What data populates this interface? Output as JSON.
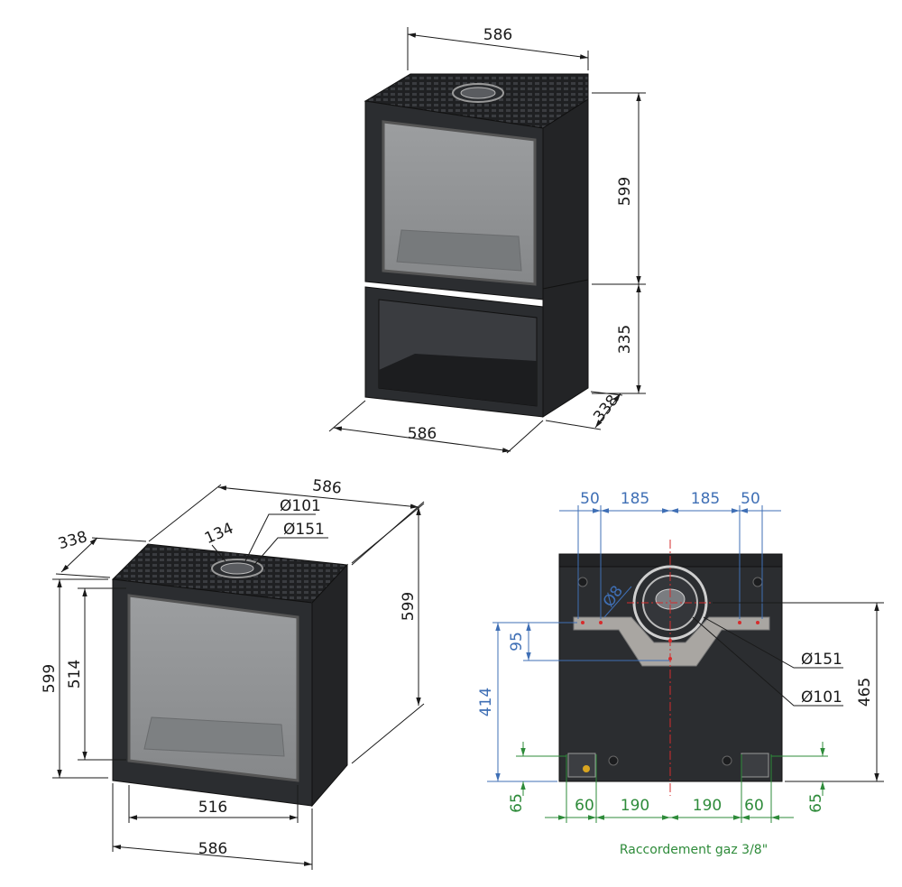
{
  "front_view": {
    "width_top": "586",
    "height_firebox": "599",
    "height_base": "335",
    "depth": "338",
    "width_bottom": "586"
  },
  "perspective_view": {
    "width": "586",
    "depth": "338",
    "flue_offset": "134",
    "flue_inner_dia": "Ø101",
    "flue_outer_dia": "Ø151",
    "height_right": "599",
    "height_left": "599",
    "glass_height": "514",
    "glass_width": "516",
    "width_bottom": "586"
  },
  "back_view": {
    "top_dims": [
      "50",
      "185",
      "185",
      "50"
    ],
    "hole_dia": "Ø8",
    "bracket_height": "95",
    "flue_height": "414",
    "total_height": "465",
    "outer_dia": "Ø151",
    "inner_dia": "Ø101",
    "gas_bottom_dims": [
      "60",
      "190",
      "190",
      "60"
    ],
    "gas_left_height": "65",
    "gas_right_height": "65",
    "gas_caption": "Raccordement gaz 3/8\""
  },
  "colors": {
    "body": "#2b2d30",
    "body_dark": "#1c1d1f",
    "glass": "#8f9193",
    "dim_black": "#1a1a1a",
    "dim_blue": "#3f6fb5",
    "dim_green": "#2e8b3a",
    "center_red": "#d62c2c",
    "bracket": "#a9a6a2"
  }
}
